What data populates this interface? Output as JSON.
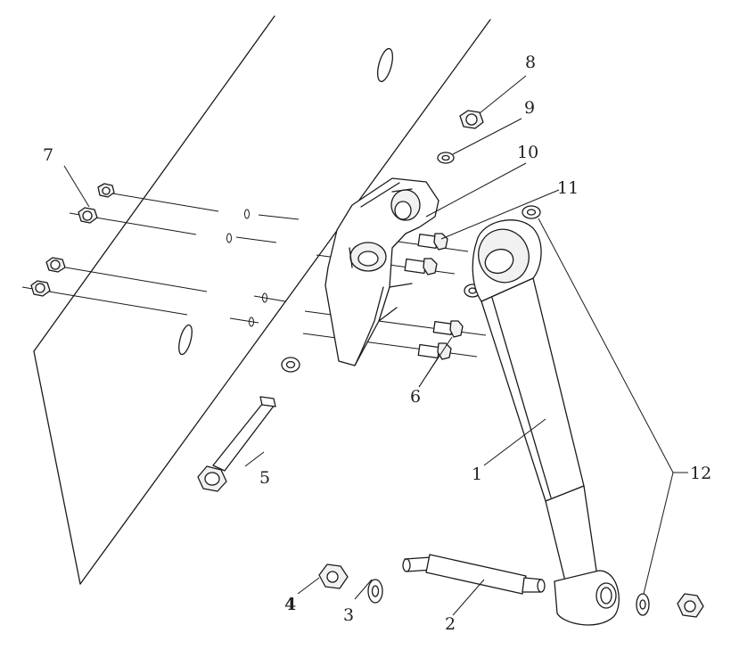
{
  "labels": {
    "p1": "1",
    "p2": "2",
    "p3": "3",
    "p4": "4",
    "p5": "5",
    "p6": "6",
    "p7": "7",
    "p8": "8",
    "p9": "9",
    "p10": "10",
    "p11": "11",
    "p12": "12"
  },
  "colors": {
    "line": "#1a1a1a",
    "text": "#222222",
    "background": "#ffffff"
  }
}
